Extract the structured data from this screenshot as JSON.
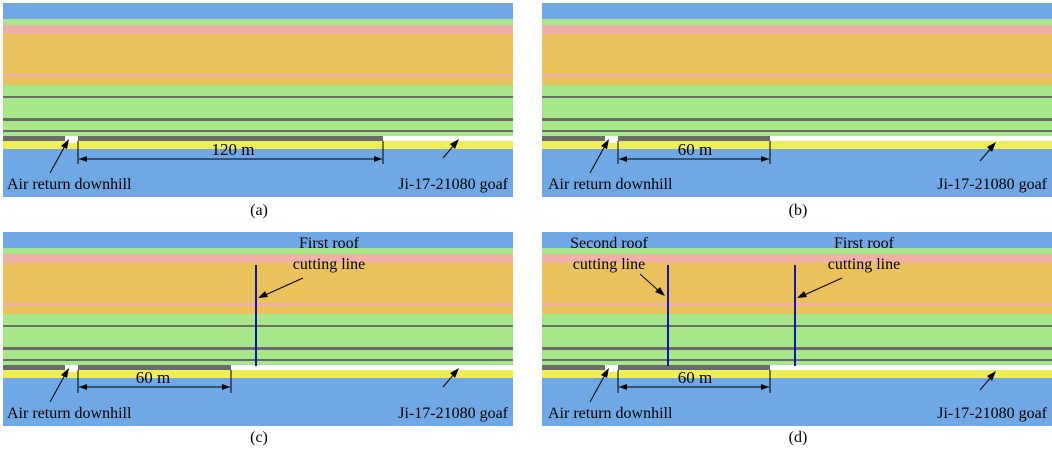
{
  "colors": {
    "top_blue": "#6fa8e4",
    "light_green": "#a6e889",
    "pink": "#efb1a5",
    "orange": "#eac25b",
    "dark_gray": "#6b6b6b",
    "yellow": "#f0ee57",
    "bottom_blue": "#6fa8e4",
    "roof_line": "#1414aa",
    "opening": "#ffffff",
    "text": "#000000"
  },
  "panels": [
    {
      "caption": "(a)",
      "dimension_label": "120 m",
      "left_label": "Air return downhill",
      "right_label": "Ji-17-21080 goaf"
    },
    {
      "caption": "(b)",
      "dimension_label": "60 m",
      "left_label": "Air return downhill",
      "right_label": "Ji-17-21080 goaf"
    },
    {
      "caption": "(c)",
      "dimension_label": "60 m",
      "left_label": "Air return downhill",
      "right_label": "Ji-17-21080 goaf",
      "roof_label_1": "First roof",
      "roof_label_2": "cutting line"
    },
    {
      "caption": "(d)",
      "dimension_label": "60 m",
      "left_label": "Air return downhill",
      "right_label": "Ji-17-21080 goaf",
      "second_label_1": "Second roof",
      "second_label_2": "cutting line",
      "first_label_1": "First roof",
      "first_label_2": "cutting line"
    }
  ]
}
